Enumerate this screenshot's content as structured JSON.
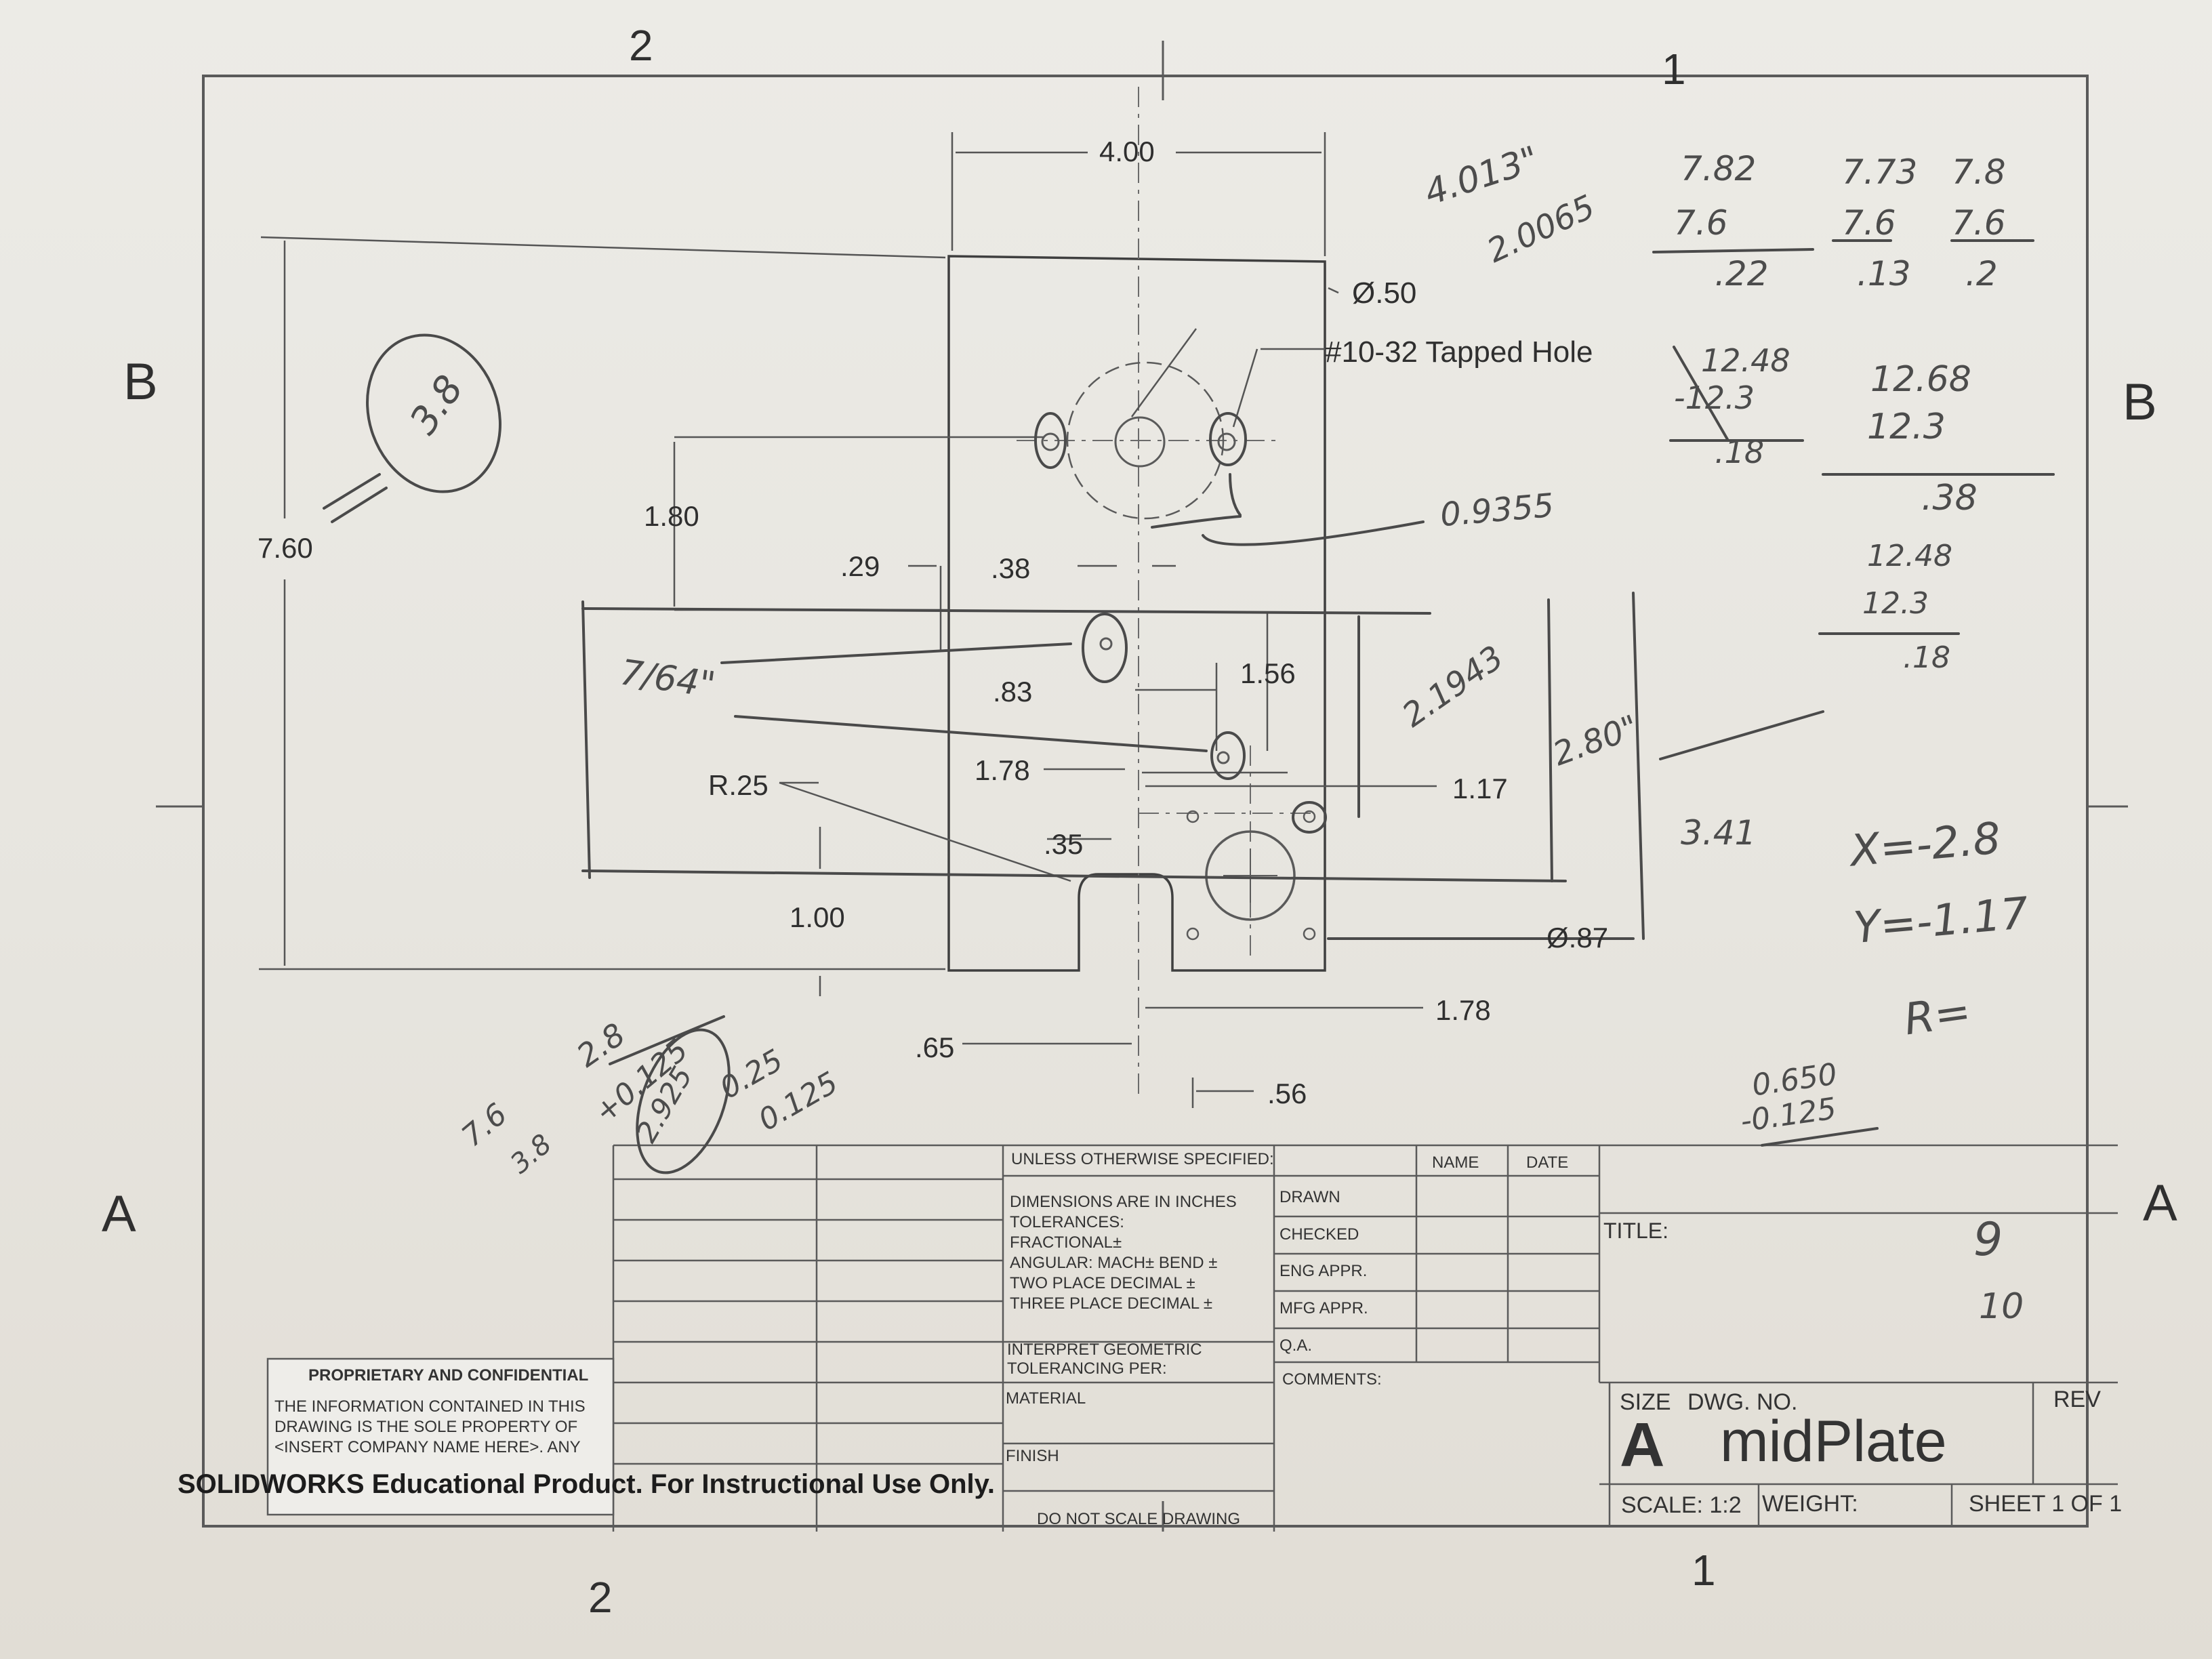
{
  "zones": {
    "top_left": "2",
    "top_right": "1",
    "left_b": "B",
    "right_b": "B",
    "left_a": "A",
    "right_a": "A",
    "bottom_left": "2",
    "bottom_right": "1"
  },
  "dims": {
    "width": "4.00",
    "height": "7.60",
    "hole_dia": "Ø.50",
    "tapped": "#10-32 Tapped Hole",
    "d180": "1.80",
    "d29": ".29",
    "d38": ".38",
    "d156": "1.56",
    "d83": ".83",
    "d178a": "1.78",
    "r25": "R.25",
    "d35": ".35",
    "d117": "1.17",
    "d87": "Ø.87",
    "d100": "1.00",
    "d178b": "1.78",
    "d65": ".65",
    "d56": ".56"
  },
  "title_block": {
    "unless": "UNLESS OTHERWISE SPECIFIED:",
    "name": "NAME",
    "date": "DATE",
    "dim_inches": "DIMENSIONS ARE IN INCHES",
    "tolerances": "TOLERANCES:",
    "fractional": "FRACTIONAL±",
    "angular": "ANGULAR: MACH±    BEND ±",
    "two_place": "TWO PLACE DECIMAL    ±",
    "three_place": "THREE PLACE DECIMAL  ±",
    "interpret": "INTERPRET GEOMETRIC",
    "tolerancing": "TOLERANCING PER:",
    "material": "MATERIAL",
    "finish": "FINISH",
    "dns": "DO NOT SCALE DRAWING",
    "drawn": "DRAWN",
    "checked": "CHECKED",
    "eng": "ENG APPR.",
    "mfg": "MFG APPR.",
    "qa": "Q.A.",
    "comments": "COMMENTS:",
    "title": "TITLE:",
    "size_label": "SIZE",
    "dwg_label": "DWG. NO.",
    "rev_label": "REV",
    "size": "A",
    "dwg_no": "midPlate",
    "scale": "SCALE: 1:2",
    "weight": "WEIGHT:",
    "sheet": "SHEET 1 OF 1",
    "prop_title": "PROPRIETARY AND CONFIDENTIAL",
    "prop_l1": "THE INFORMATION CONTAINED IN THIS",
    "prop_l2": "DRAWING IS THE SOLE PROPERTY OF",
    "prop_l3": "<INSERT COMPANY NAME HERE>.  ANY",
    "watermark": "SOLIDWORKS Educational Product. For Instructional Use Only."
  },
  "handwritten": {
    "n4013": "4.013\"",
    "n20065": "2.0065",
    "r1a": "7.82",
    "r1b": "7.6",
    "r1c": ".22",
    "r2a": "7.73",
    "r2b": "7.6",
    "r2c": ".13",
    "r3a": "7.8",
    "r3b": "7.6",
    "r3c": ".2",
    "r4a": "12.48",
    "r4b": "-12.3",
    "r4c": ".18",
    "r5a": "12.68",
    "r5b": "12.3",
    "r5c": ".38",
    "r6a": "12.48",
    "r6b": "12.3",
    "r6c": ".18",
    "n09355": "0.9355",
    "n38c": "3.8",
    "n764": "7/64\"",
    "n21943": "2.1943",
    "n280": "2.80\"",
    "n341": "3.41",
    "x": "X=-2.8",
    "y": "Y=-1.17",
    "r": "R=",
    "s1": "0.650",
    "s2": "-0.125",
    "c1": "2.8",
    "c2": "+0.125",
    "c3": "2.925",
    "c4": "0.25",
    "c5": "0.125",
    "c6": "7.6",
    "c7": "3.8",
    "g9": "9",
    "g10": "10"
  }
}
